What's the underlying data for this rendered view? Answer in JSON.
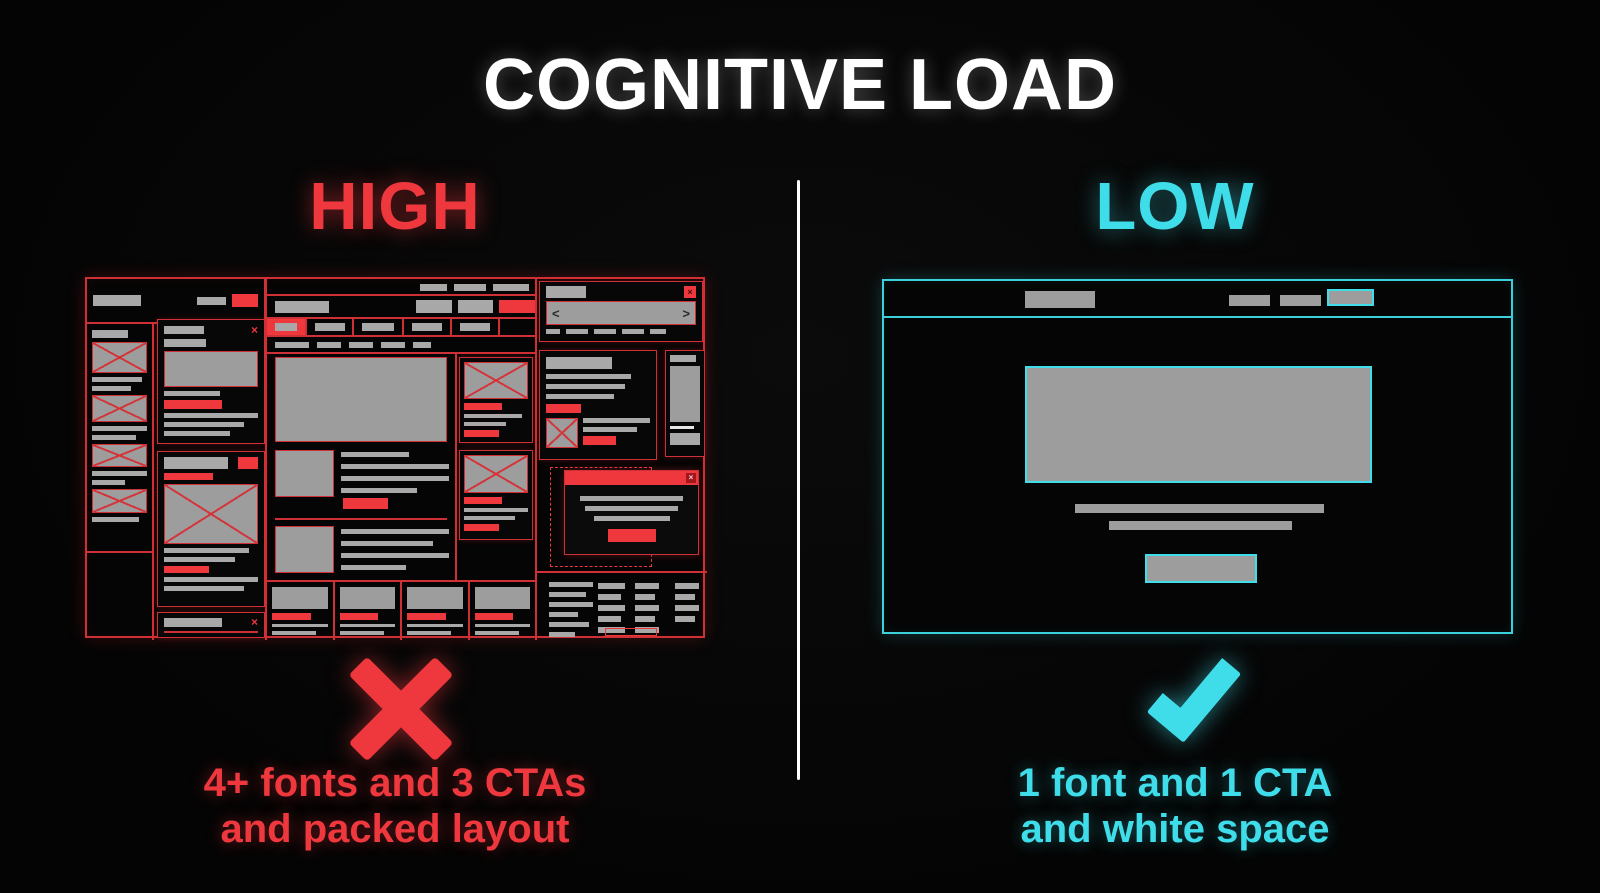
{
  "title": "COGNITIVE LOAD",
  "high": {
    "label": "HIGH",
    "mark_icon": "x-mark",
    "caption_line1": "4+ fonts and 3 CTAs",
    "caption_line2": "and packed layout"
  },
  "low": {
    "label": "LOW",
    "mark_icon": "check-mark",
    "caption_line1": "1 font and 1 CTA",
    "caption_line2": "and white space"
  },
  "icons": {
    "close": "×",
    "chevron_left": "<",
    "chevron_right": ">"
  },
  "colors": {
    "high_accent": "#ef383e",
    "low_accent": "#3edde9",
    "wireframe_gray": "#a8a8a8",
    "divider": "#ffffff",
    "title_text": "#ffffff",
    "background": "#050505"
  }
}
